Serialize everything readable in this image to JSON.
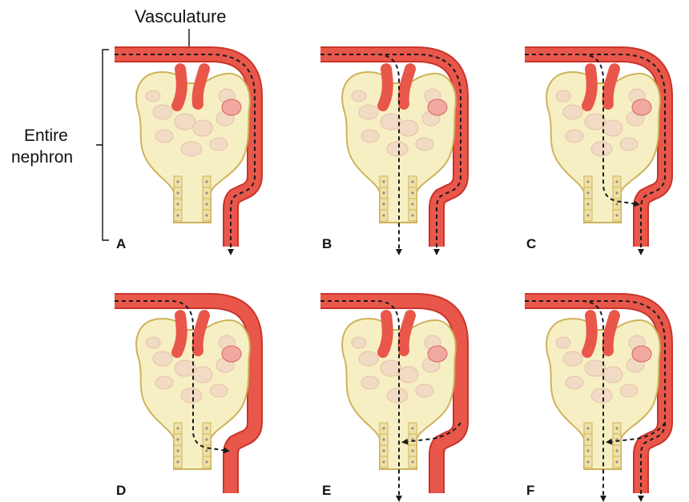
{
  "labels": {
    "vasculature": "Vasculature",
    "entire_line1": "Entire",
    "entire_line2": "nephron"
  },
  "colors": {
    "vessel": "#e8574a",
    "vessel_dark": "#c9342b",
    "tissue": "#f7efc4",
    "tissue_outline": "#cdb35a",
    "dash": "#1a1a1a"
  },
  "panels": [
    {
      "letter": "A",
      "routes": [
        "vessel"
      ]
    },
    {
      "letter": "B",
      "routes": [
        "vessel",
        "filtration"
      ]
    },
    {
      "letter": "C",
      "routes": [
        "vessel",
        "filtration-to-vessel"
      ]
    },
    {
      "letter": "D",
      "routes": [
        "filtration-to-vessel"
      ]
    },
    {
      "letter": "E",
      "routes": [
        "filtration",
        "vessel-to-tubule"
      ]
    },
    {
      "letter": "F",
      "routes": [
        "filtration",
        "vessel-to-tubule",
        "vessel"
      ]
    }
  ]
}
